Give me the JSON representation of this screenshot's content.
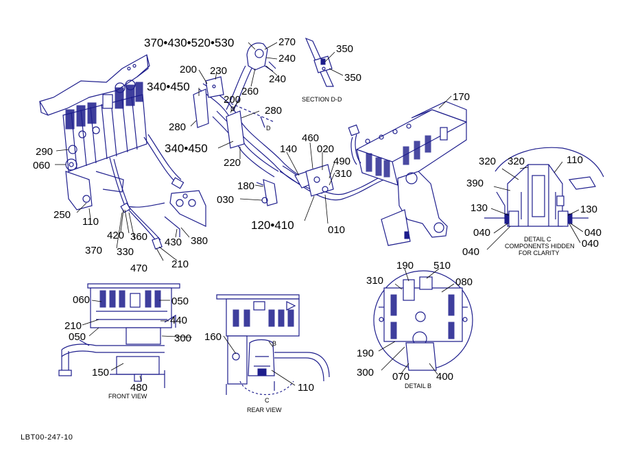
{
  "callouts": {
    "c370_430_520_530": "370•430•520•530",
    "c270": "270",
    "c240a": "240",
    "c240b": "240",
    "c260": "260",
    "c200a": "200",
    "c230": "230",
    "c340_450a": "340•450",
    "c200b": "200",
    "c280a": "280",
    "c280b": "280",
    "c340_450b": "340•450",
    "c220": "220",
    "c290": "290",
    "c060a": "060",
    "c250": "250",
    "c110a": "110",
    "c370": "370",
    "c420": "420",
    "c330": "330",
    "c360": "360",
    "c470": "470",
    "c430": "430",
    "c380": "380",
    "c210a": "210",
    "c350a": "350",
    "c350b": "350",
    "c170": "170",
    "c460": "460",
    "c140": "140",
    "c020": "020",
    "c490": "490",
    "c310a": "310",
    "c180": "180",
    "c030": "030",
    "c120_410": "120•410",
    "c010": "010",
    "c320a": "320",
    "c320b": "320",
    "c110b": "110",
    "c390": "390",
    "c130a": "130",
    "c130b": "130",
    "c040a": "040",
    "c040b": "040",
    "c040c": "040",
    "c040d": "040",
    "c060b": "060",
    "c050a": "050",
    "c210b": "210",
    "c440": "440",
    "c050b": "050",
    "c300a": "300",
    "c150": "150",
    "c480": "480",
    "c160": "160",
    "c110c": "110",
    "c190a": "190",
    "c510": "510",
    "c310b": "310",
    "c080": "080",
    "c190b": "190",
    "c300b": "300",
    "c070": "070",
    "c400": "400"
  },
  "captions": {
    "section_dd": "SECTION D-D",
    "detail_c": "DETAIL  C",
    "detail_c_note1": "COMPONENTS HIDDEN",
    "detail_c_note2": "FOR CLARITY",
    "front_view": "FRONT VIEW",
    "rear_view": "REAR VIEW",
    "detail_b": "DETAIL  B",
    "marker_d1": "D",
    "marker_d2": "D",
    "marker_b": "B",
    "marker_c": "C"
  },
  "drawing_ref": "LBT00-247-10"
}
